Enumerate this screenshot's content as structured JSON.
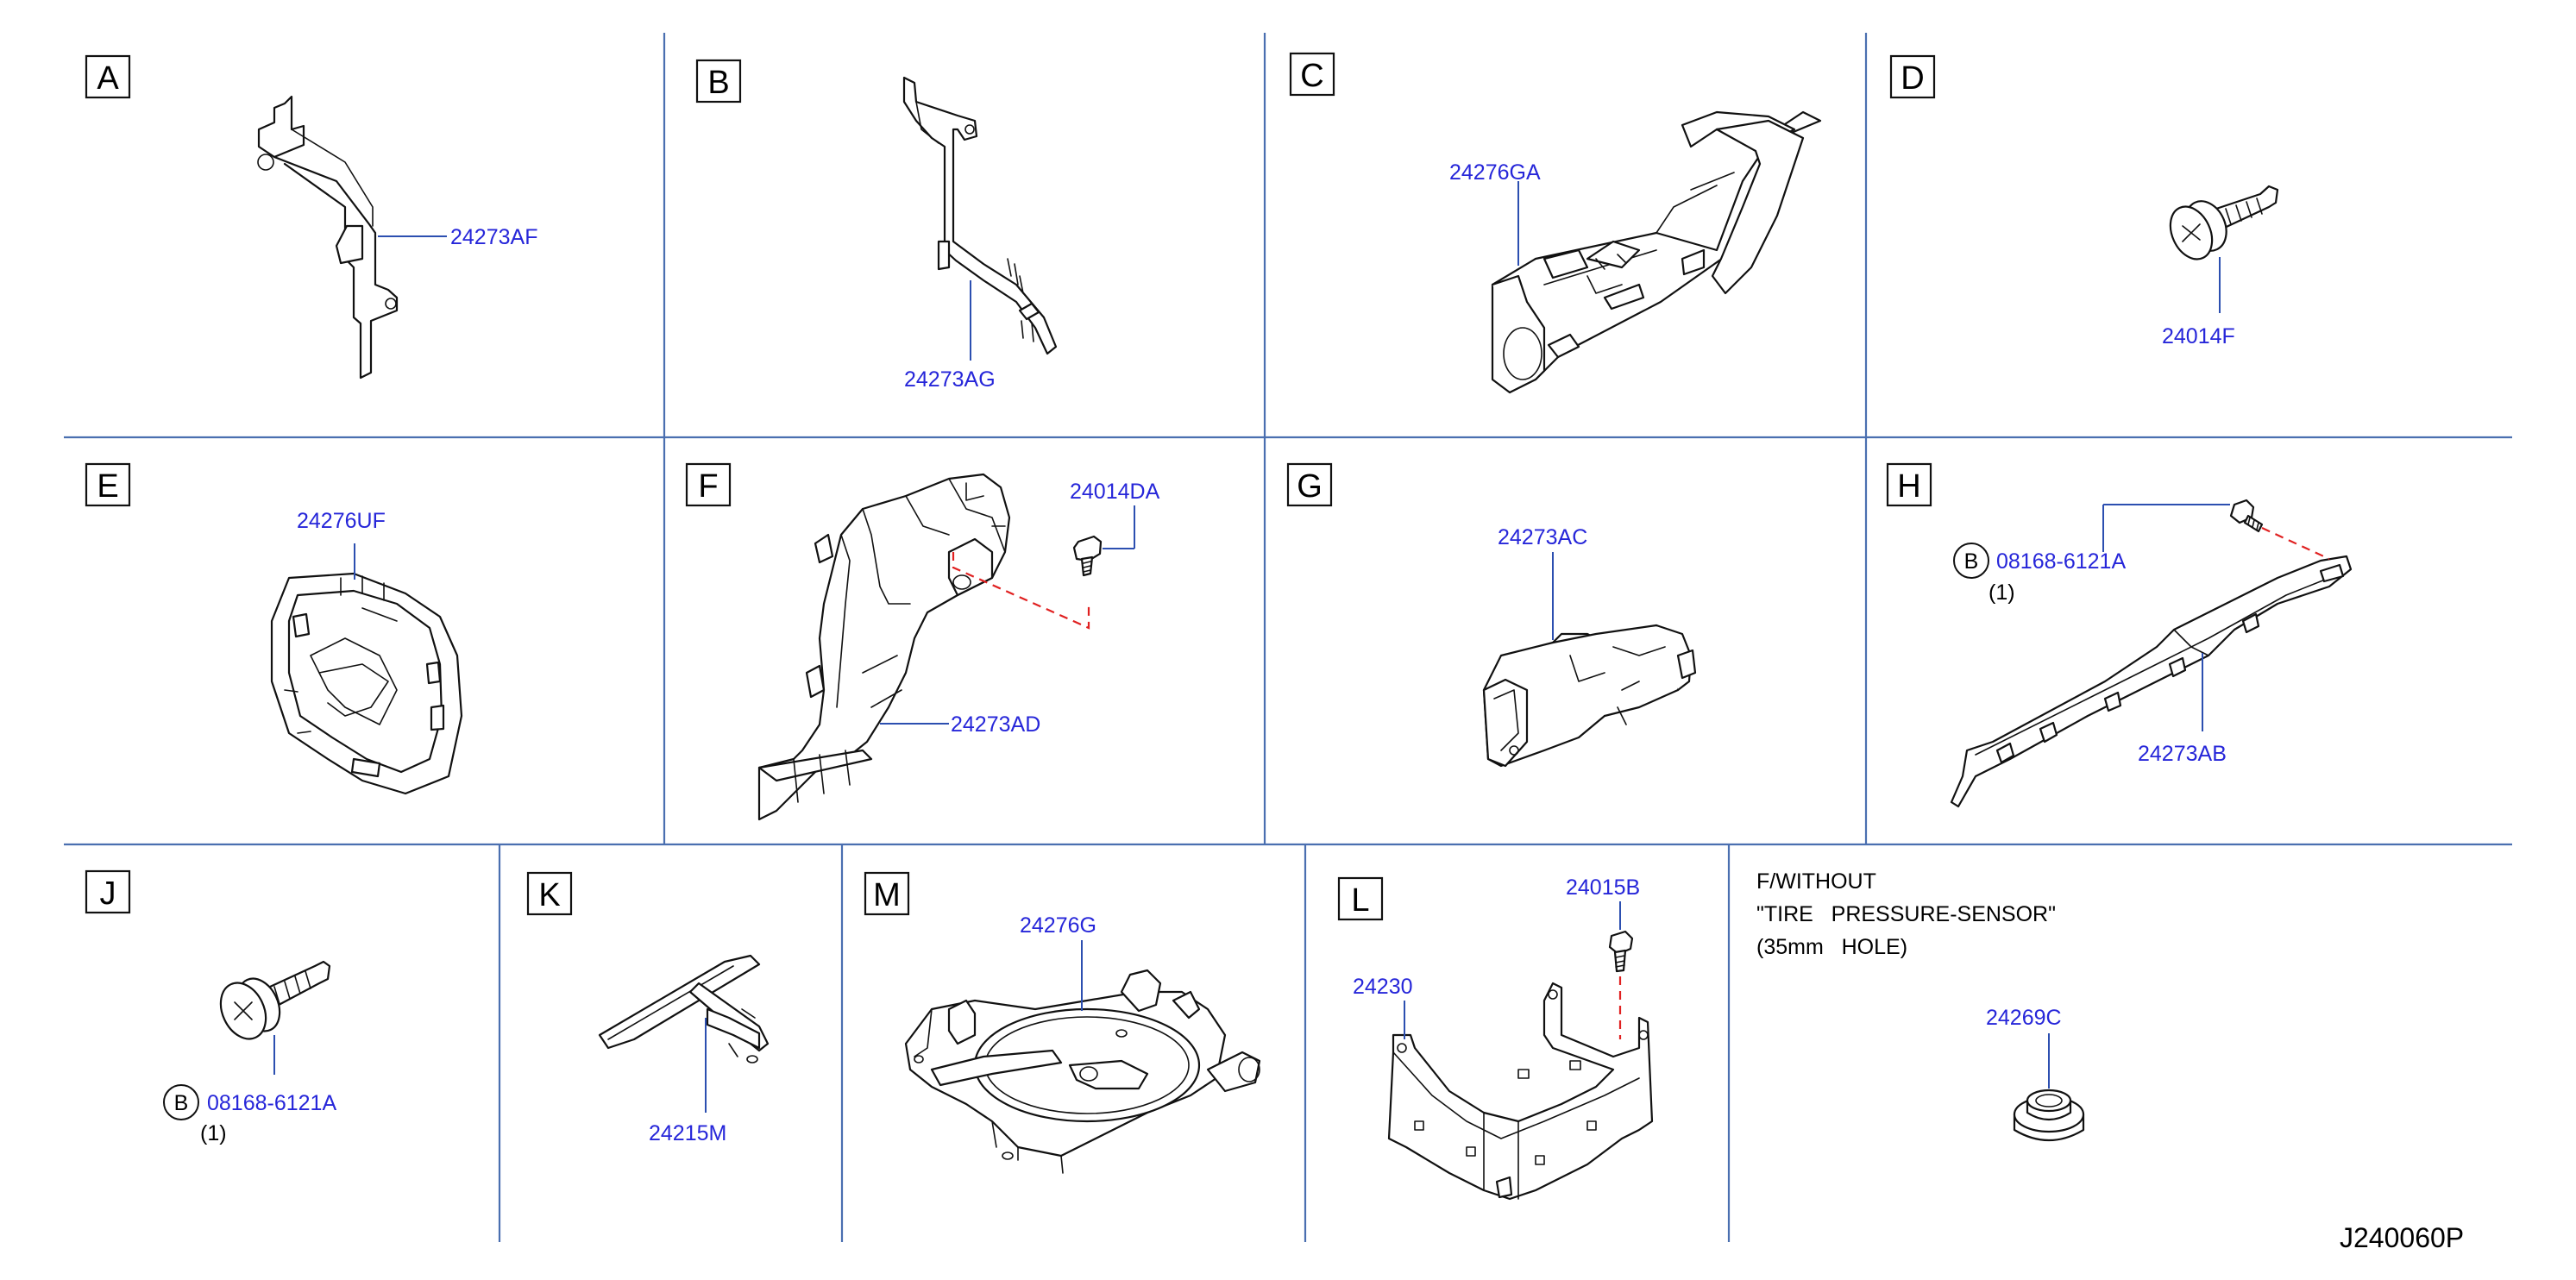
{
  "diagram_ref": "J240060P",
  "panels": {
    "A": {
      "letter": "A",
      "part": "24273AF"
    },
    "B": {
      "letter": "B",
      "part": "24273AG"
    },
    "C": {
      "letter": "C",
      "part": "24276GA"
    },
    "D": {
      "letter": "D",
      "part": "24014F"
    },
    "E": {
      "letter": "E",
      "part": "24276UF"
    },
    "F": {
      "letter": "F",
      "part": "24273AD",
      "part2": "24014DA"
    },
    "G": {
      "letter": "G",
      "part": "24273AC"
    },
    "H": {
      "letter": "H",
      "part": "24273AB",
      "bolt_symbol": "B",
      "bolt": "08168-6121A",
      "qty": "(1)"
    },
    "J": {
      "letter": "J",
      "bolt_symbol": "B",
      "bolt": "08168-6121A",
      "qty": "(1)"
    },
    "K": {
      "letter": "K",
      "part": "24215M"
    },
    "M": {
      "letter": "M",
      "part": "24276G"
    },
    "L": {
      "letter": "L",
      "part": "24230",
      "part2": "24015B"
    },
    "N": {
      "note_line1": "F/WITHOUT",
      "note_line2": "\"TIRE   PRESSURE-SENSOR\"",
      "note_line3": "(35mm   HOLE)",
      "part": "24269C"
    }
  },
  "colors": {
    "grid": "#4a6fb0",
    "part_number": "#2626d9",
    "leader": "#2c4fb0",
    "dashed_guide": "#e02020"
  }
}
